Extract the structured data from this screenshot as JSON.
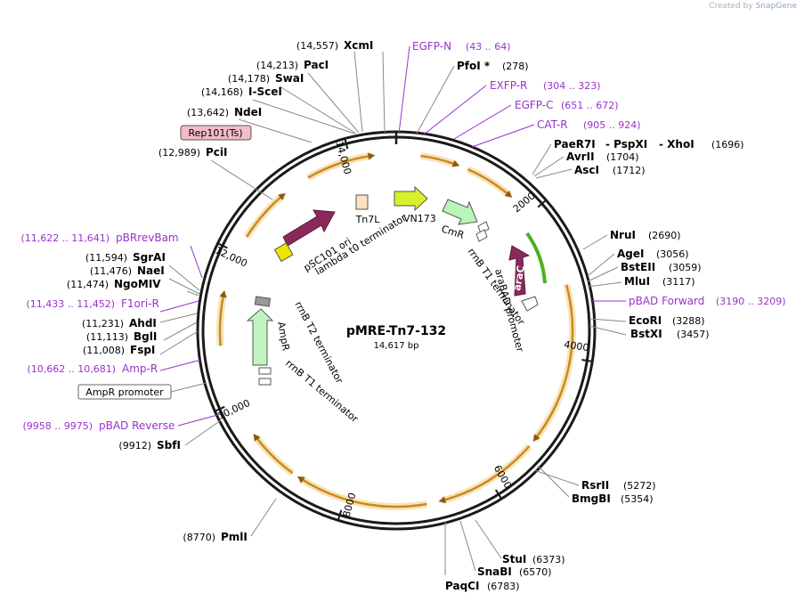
{
  "brand": {
    "prefix": "Created by",
    "name": "SnapGene"
  },
  "plasmid": {
    "name": "pMRE-Tn7-132",
    "size": "14,617 bp"
  },
  "ticks": [
    "2000",
    "4000",
    "6000",
    "8000",
    "10,000",
    "12,000",
    "14,000"
  ],
  "colors": {
    "enzyme": "#000000",
    "primer": "#9932cc",
    "backbone": "#1a1a1a",
    "arrow": "#e8a23a"
  },
  "enzymes": [
    {
      "id": "xcmi",
      "name": "XcmI",
      "pos": "(14,557)"
    },
    {
      "id": "paci",
      "name": "PacI",
      "pos": "(14,213)"
    },
    {
      "id": "swai",
      "name": "SwaI",
      "pos": "(14,178)"
    },
    {
      "id": "i-scei",
      "name": "I-SceI",
      "pos": "(14,168)"
    },
    {
      "id": "ndei",
      "name": "NdeI",
      "pos": "(13,642)"
    },
    {
      "id": "pcii",
      "name": "PciI",
      "pos": "(12,989)"
    },
    {
      "id": "sgrai",
      "name": "SgrAI",
      "pos": "(11,594)"
    },
    {
      "id": "naei",
      "name": "NaeI",
      "pos": "(11,476)"
    },
    {
      "id": "ngomiv",
      "name": "NgoMIV",
      "pos": "(11,474)"
    },
    {
      "id": "ahdi",
      "name": "AhdI",
      "pos": "(11,231)"
    },
    {
      "id": "bgli",
      "name": "BglI",
      "pos": "(11,113)"
    },
    {
      "id": "fspi",
      "name": "FspI",
      "pos": "(11,008)"
    },
    {
      "id": "sbfi",
      "name": "SbfI",
      "pos": "(9912)"
    },
    {
      "id": "pmli",
      "name": "PmlI",
      "pos": "(8770)"
    },
    {
      "id": "paqci",
      "name": "PaqCI",
      "pos": "(6783)"
    },
    {
      "id": "snabi",
      "name": "SnaBI",
      "pos": "(6570)"
    },
    {
      "id": "stui",
      "name": "StuI",
      "pos": "(6373)"
    },
    {
      "id": "bmgbi",
      "name": "BmgBI",
      "pos": "(5354)"
    },
    {
      "id": "rsrii",
      "name": "RsrII",
      "pos": "(5272)"
    },
    {
      "id": "bstxi",
      "name": "BstXI",
      "pos": "(3457)"
    },
    {
      "id": "ecori",
      "name": "EcoRI",
      "pos": "(3288)"
    },
    {
      "id": "mlui",
      "name": "MluI",
      "pos": "(3117)"
    },
    {
      "id": "bsteii",
      "name": "BstEII",
      "pos": "(3059)"
    },
    {
      "id": "agei",
      "name": "AgeI",
      "pos": "(3056)"
    },
    {
      "id": "nrui",
      "name": "NruI",
      "pos": "(2690)"
    },
    {
      "id": "asci",
      "name": "AscI",
      "pos": "(1712)"
    },
    {
      "id": "avrii",
      "name": "AvrII",
      "pos": "(1704)"
    },
    {
      "id": "pfoi",
      "name": "PfoI *",
      "pos": "(278)"
    }
  ],
  "enzyme_group": {
    "names": [
      "PaeR7I",
      "- PspXI",
      "- XhoI"
    ],
    "pos": "(1696)"
  },
  "primers": [
    {
      "id": "egfp-n",
      "name": "EGFP-N",
      "pos": "(43 .. 64)"
    },
    {
      "id": "exfp-r",
      "name": "EXFP-R",
      "pos": "(304 .. 323)"
    },
    {
      "id": "egfp-c",
      "name": "EGFP-C",
      "pos": "(651 .. 672)"
    },
    {
      "id": "cat-r",
      "name": "CAT-R",
      "pos": "(905 .. 924)"
    },
    {
      "id": "pbad-forward",
      "name": "pBAD Forward",
      "pos": "(3190 .. 3209)"
    },
    {
      "id": "pbrrevbam",
      "name": "pBRrevBam",
      "pos": "(11,622 .. 11,641)"
    },
    {
      "id": "f1ori-r",
      "name": "F1ori-R",
      "pos": "(11,433 .. 11,452)"
    },
    {
      "id": "amp-r",
      "name": "Amp-R",
      "pos": "(10,662 .. 10,681)"
    },
    {
      "id": "pbad-reverse",
      "name": "pBAD Reverse",
      "pos": "(9958 .. 9975)"
    }
  ],
  "features": {
    "rep101": "Rep101(Ts)",
    "psc101_ori": "pSC101 ori",
    "lambda_t0": "lambda t0 terminator",
    "tn7l": "Tn7L",
    "vn173": "VN173",
    "cmr": "CmR",
    "rrnb_t1_top": "rrnB T1 terminator",
    "arabad": "araBAD promoter",
    "arac": "araC",
    "ori": "ori",
    "ampr": "AmpR",
    "rrnb_t2": "rrnB T2 terminator",
    "rrnb_t1_bottom": "rrnB T1 terminator",
    "ampr_promoter": "AmpR promoter"
  }
}
